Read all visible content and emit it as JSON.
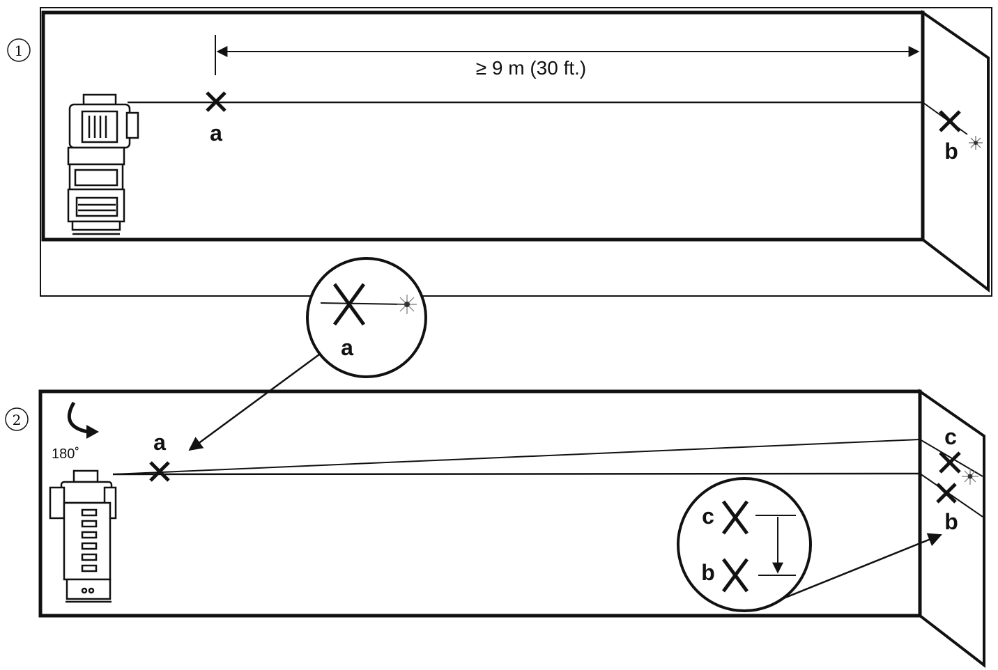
{
  "step1": {
    "number": "1",
    "distance_label": "≥ 9 m (30 ft.)",
    "point_a": "a",
    "point_b": "b"
  },
  "zoom_a": {
    "label": "a"
  },
  "step2": {
    "number": "2",
    "rotation_label": "180˚",
    "point_a": "a",
    "point_b": "b",
    "point_c": "c"
  },
  "zoom_cb": {
    "label_c": "c",
    "label_b": "b"
  },
  "colors": {
    "line": "#111111",
    "laser_spot": "#555555",
    "background": "#ffffff"
  },
  "icons": [
    "laser-level-icon",
    "rotate-arrow-icon",
    "laser-dot-icon",
    "cross-mark-icon"
  ]
}
